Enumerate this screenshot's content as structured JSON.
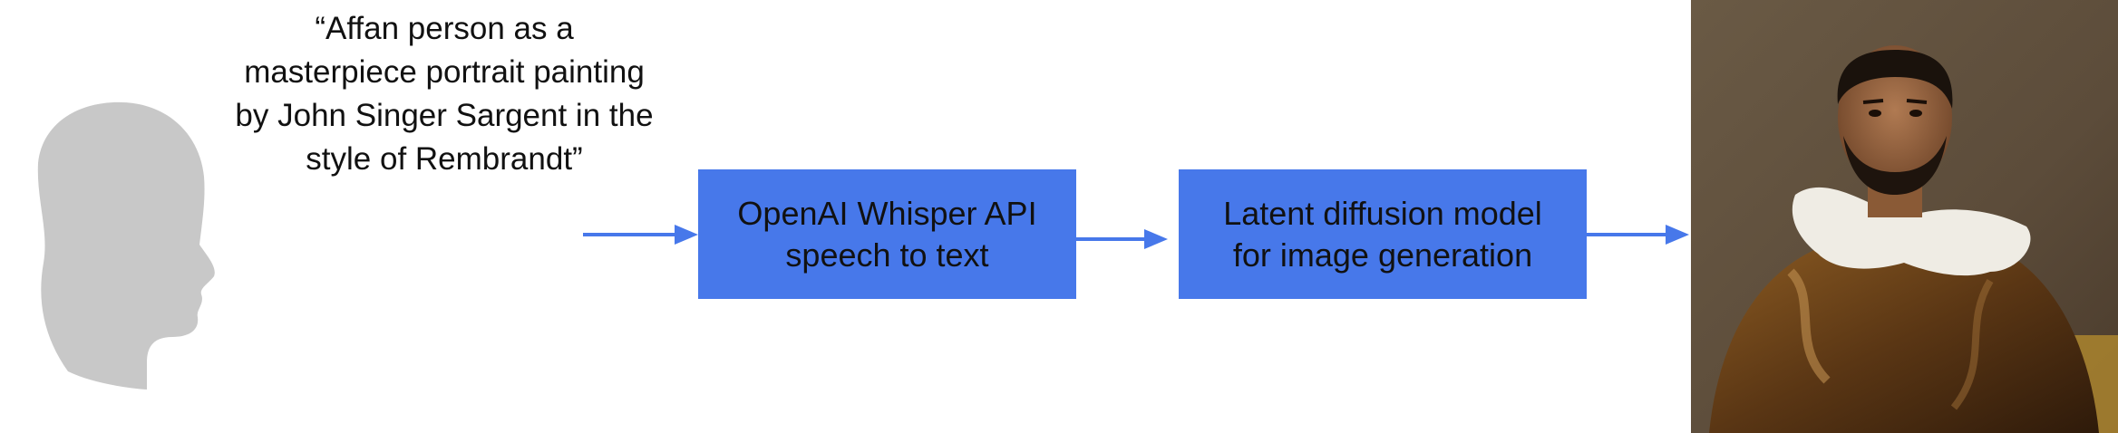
{
  "quote": {
    "lines": [
      "“Affan person as a",
      "masterpiece portrait painting",
      "by John Singer Sargent in the",
      "style of Rembrandt”"
    ]
  },
  "steps": [
    {
      "lines": [
        "OpenAI Whisper API",
        "speech to text"
      ]
    },
    {
      "lines": [
        "Latent diffusion model",
        "for image generation"
      ]
    }
  ],
  "colors": {
    "box_fill": "#4778ea",
    "arrow": "#4778ea",
    "head_silhouette": "#c8c8c8"
  },
  "icons": {
    "speaker": "person-head-silhouette-icon",
    "output": "generated-portrait-painting"
  }
}
